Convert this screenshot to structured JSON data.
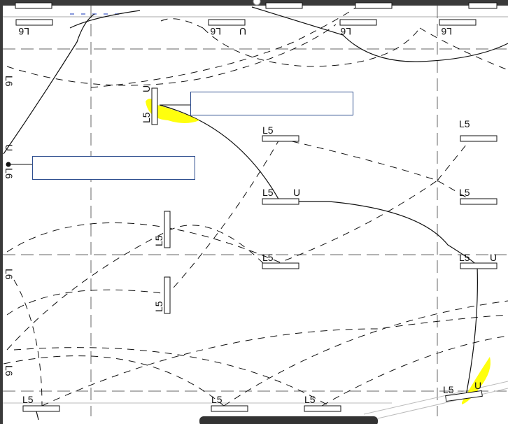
{
  "drawing": {
    "circuit_labels": {
      "l6": "L6",
      "l5": "L5",
      "u": "U"
    },
    "colors": {
      "line": "#111111",
      "grid": "#666666",
      "highlight": "#ffff00",
      "frame": "#3a3a3a",
      "callout_border": "#2f4f8f"
    }
  },
  "callouts": [
    {
      "text": ""
    },
    {
      "text": ""
    }
  ]
}
